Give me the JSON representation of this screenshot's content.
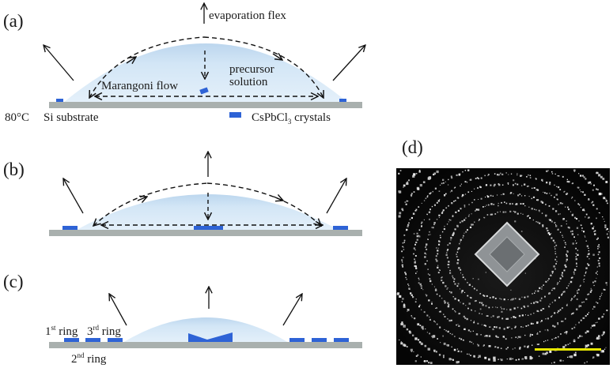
{
  "panels": {
    "a": {
      "label": "(a)",
      "evaporation_label": "evaporation flex",
      "marangoni_label": "Marangoni flow",
      "precursor_line1": "precursor",
      "precursor_line2": "solution",
      "temp_label": "80°C",
      "substrate_label": "Si substrate",
      "legend_label": "CsPbCl",
      "legend_sub": "3",
      "legend_suffix": " crystals"
    },
    "b": {
      "label": "(b)"
    },
    "c": {
      "label": "(c)",
      "ring1_num": "1",
      "ring1_sup": "st",
      "ring3_num": "3",
      "ring3_sup": "rd",
      "ring2_num": "2",
      "ring2_sup": "nd",
      "ring_word": " ring"
    },
    "d": {
      "label": "(d)"
    }
  },
  "colors": {
    "droplet_fill": "#cfe4f6",
    "droplet_edge": "#bcd6ee",
    "substrate": "#a9b0ae",
    "crystal": "#2e63d6",
    "micrograph_bg": "#0a0a0a",
    "scale_bar": "#e6e600"
  }
}
